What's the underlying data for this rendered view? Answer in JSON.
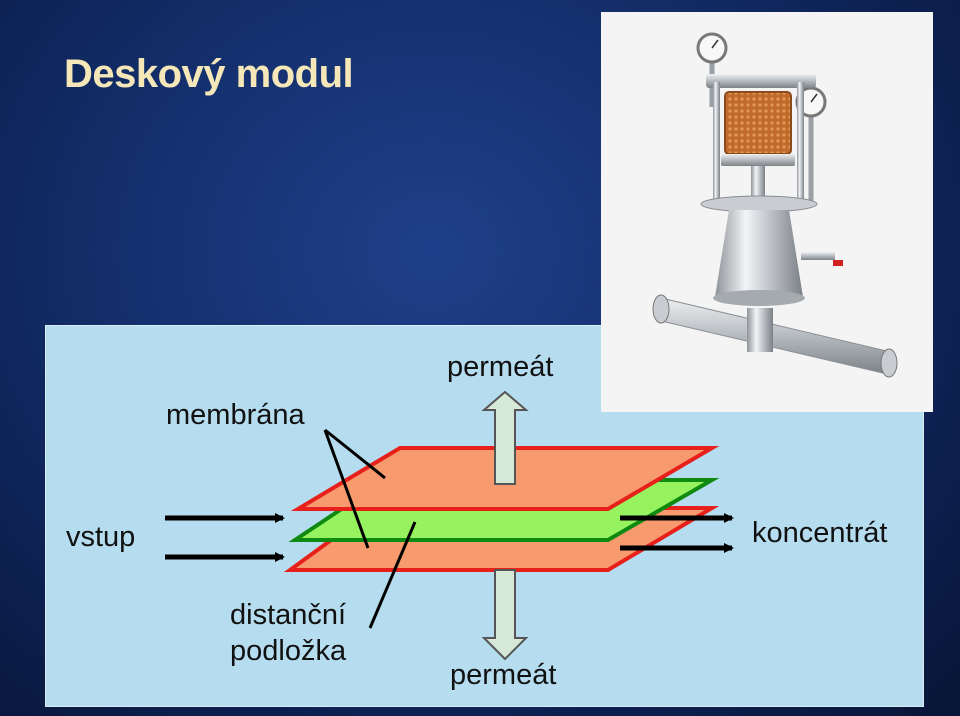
{
  "slide": {
    "title": "Deskový modul"
  },
  "labels": {
    "membrane": "membrána",
    "permeate_top": "permeát",
    "input": "vstup",
    "concentrate": "koncentrát",
    "spacer_line1": "distanční",
    "spacer_line2": "podložka",
    "permeate_bottom": "permeát"
  },
  "colors": {
    "membrane_fill": "#f79a6e",
    "membrane_edge": "#e8201c",
    "spacer_fill": "#96f25e",
    "spacer_edge": "#0e8a10",
    "panel": "#b6ddef",
    "title": "#f6e7b8"
  }
}
